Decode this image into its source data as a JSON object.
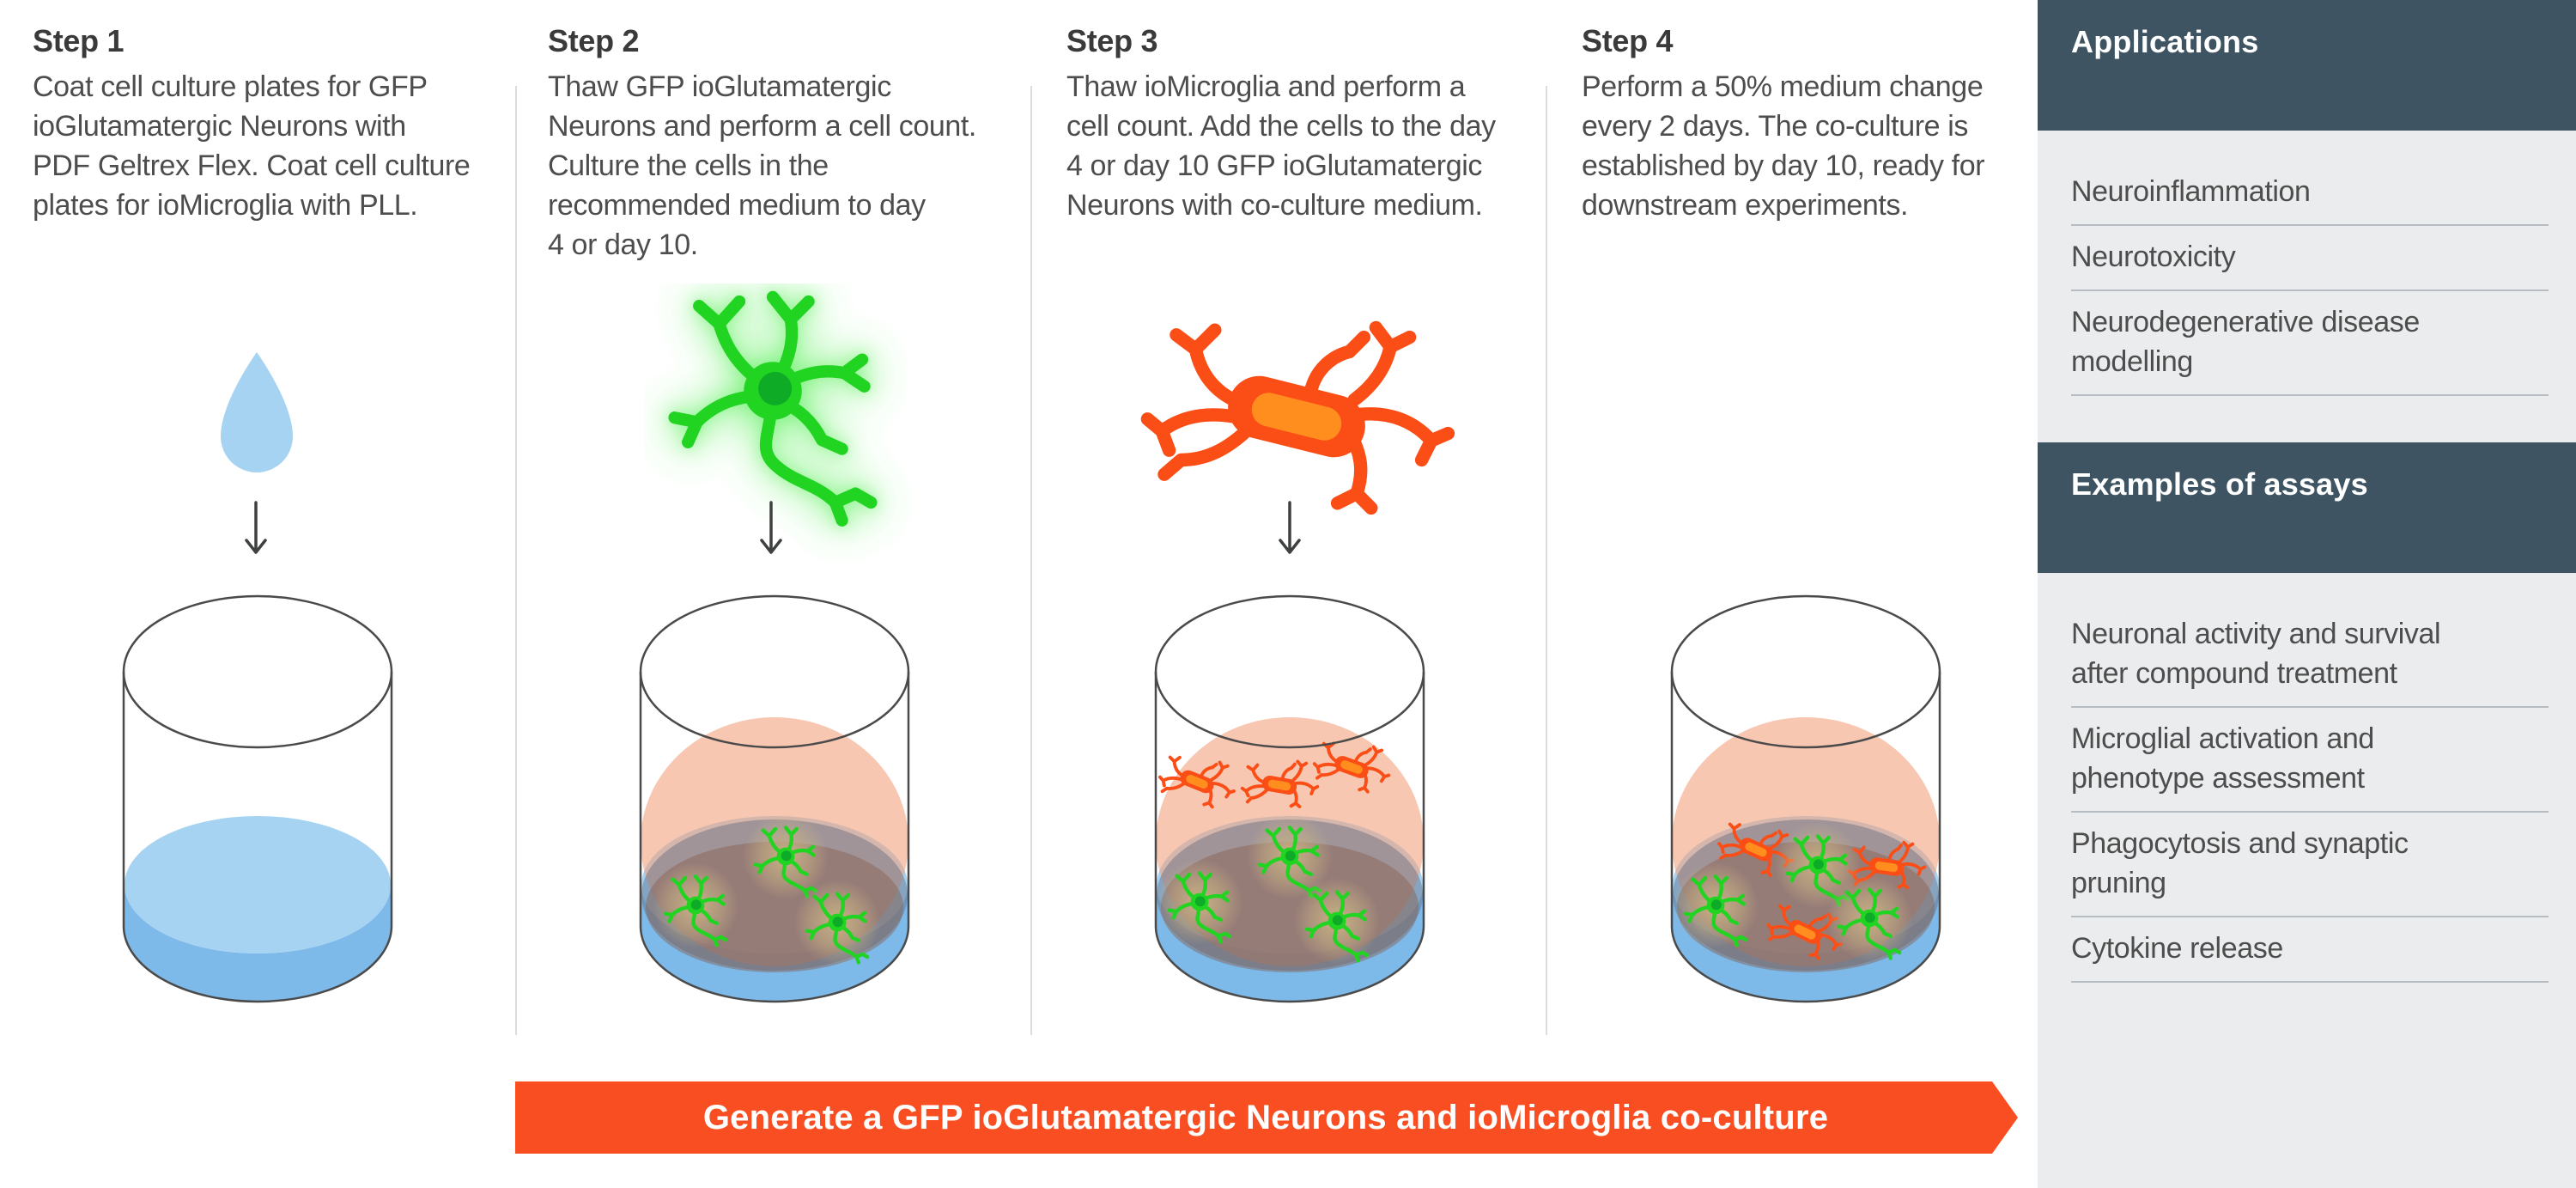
{
  "steps": [
    {
      "title": "Step 1",
      "description": "Coat cell culture plates for GFP\nioGlutamatergic Neurons with\nPDF Geltrex Flex. Coat cell culture\nplates for ioMicroglia with PLL.",
      "icon": "droplet-icon"
    },
    {
      "title": "Step 2",
      "description": "Thaw GFP ioGlutamatergic\nNeurons and perform a cell count.\nCulture the cells in the\nrecommended medium to day\n4 or day 10.",
      "icon": "gfp-neuron-icon"
    },
    {
      "title": "Step 3",
      "description": "Thaw ioMicroglia and perform a\ncell count. Add the cells to the day\n4 or day 10 GFP ioGlutamatergic\nNeurons with co-culture medium.",
      "icon": "microglia-icon"
    },
    {
      "title": "Step 4",
      "description": "Perform a 50% medium change\nevery 2 days. The co-culture is\nestablished by day 10, ready for\ndownstream experiments.",
      "icon": "none"
    }
  ],
  "sidebar": {
    "applications": {
      "header": "Applications",
      "items": [
        "Neuroinflammation",
        "Neurotoxicity",
        "Neurodegenerative disease\nmodelling"
      ]
    },
    "assays": {
      "header": "Examples of assays",
      "items": [
        "Neuronal activity and survival\nafter compound treatment",
        "Microglial activation and\nphenotype assessment",
        "Phagocytosis and synaptic\npruning",
        "Cytokine release"
      ]
    }
  },
  "banner": {
    "label": "Generate a GFP ioGlutamatergic Neurons and ioMicroglia co-culture"
  },
  "colors": {
    "accent_orange": "#f94e22",
    "neuron_green": "#22d422",
    "neuron_nucleus_green": "#0eab28",
    "microglia_orange": "#fb4e17",
    "microglia_nucleus_orange": "#ff8e1f",
    "droplet_blue": "#a6d3f2",
    "coating_blue_dark": "#7db9e9",
    "medium_peach": "#f2a583",
    "cell_layer_gray": "#5f6b80",
    "cell_layer_brown": "#8a5f4e",
    "header_slate": "#3e5462",
    "sidebar_bg": "#ebeced",
    "text_dark": "#3a3a3a",
    "text_body": "#4d4d4d"
  }
}
